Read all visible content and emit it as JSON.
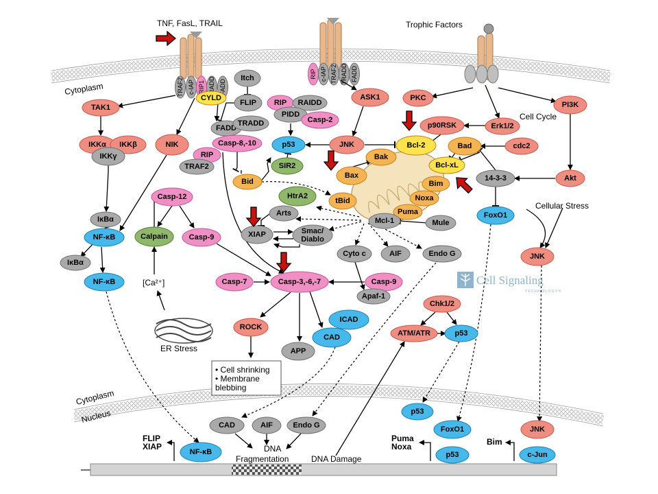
{
  "labels": {
    "ligands": "TNF, FasL, TRAIL",
    "trophic": "Trophic Factors",
    "cytoplasm_top": "Cytoplasm",
    "cytoplasm_bottom": "Cytoplasm",
    "nucleus": "Nucleus",
    "cell_cycle": "Cell Cycle",
    "cellular_stress": "Cellular Stress",
    "er_stress": "ER Stress",
    "ca": "[Ca²⁺]",
    "dna_fragmentation_1": "DNA",
    "dna_fragmentation_2": "Fragmentation",
    "dna_damage": "DNA Damage",
    "logo_main": "Cell Signaling",
    "logo_sub": "TECHNOLOGY®"
  },
  "box": {
    "line1": "• Cell shrinking",
    "line2": "• Membrane",
    "line3": "   blebbing"
  },
  "receptor1": [
    "TRAF2",
    "c-IAP",
    "RIP1",
    "TRADD",
    "FADD"
  ],
  "receptor2": [
    "RIP",
    "c-IAP",
    "TRAF2",
    "TRADD",
    "FADD"
  ],
  "nodes": {
    "tak1": "TAK1",
    "ikka": "IKKα",
    "ikkb": "IKKβ",
    "ikkg": "IKKγ",
    "nik": "NIK",
    "cyld": "CYLD",
    "itch": "Itch",
    "flip": "FLIP",
    "fadd": "FADD",
    "tradd": "TRADD",
    "casp810": "Casp-8,-10",
    "rip_a": "RIP",
    "traf2": "TRAF2",
    "rip_b": "RIP",
    "raidd": "RAIDD",
    "pidd": "PIDD",
    "casp2": "Casp-2",
    "ask1": "ASK1",
    "pkc": "PKC",
    "p53_a": "p53",
    "sir2": "SIR2",
    "jnk_a": "JNK",
    "bcl2": "Bcl-2",
    "p90rsk": "p90RSK",
    "erk12": "Erk1/2",
    "pi3k": "PI3K",
    "bad": "Bad",
    "cdc2": "cdc2",
    "bak": "Bak",
    "bclxl": "Bcl-xL",
    "bax": "Bax",
    "bim_a": "Bim",
    "noxa": "Noxa",
    "puma": "Puma",
    "mcl1": "Mcl-1",
    "mule": "Mule",
    "bid": "Bid",
    "tbid": "tBid",
    "htra2": "HtrA2",
    "arts": "Arts",
    "xiap": "XIAP",
    "smac": "Smac/ Diablo",
    "cytoc": "Cyto c",
    "aif_a": "AIF",
    "endog_a": "Endo G",
    "p1433": "14-3-3",
    "akt": "Akt",
    "foxo1_a": "FoxO1",
    "jnk_b": "JNK",
    "ikba_a": "IκBα",
    "nfkb_a": "NF-κB",
    "ikba_b": "IκBα",
    "nfkb_b": "NF-κB",
    "casp12": "Casp-12",
    "calpain": "Calpain",
    "casp9_a": "Casp-9",
    "casp7": "Casp-7",
    "casp367": "Casp-3,-6,-7",
    "casp9_b": "Casp-9",
    "apaf1": "Apaf-1",
    "rock": "ROCK",
    "icad": "ICAD",
    "cad_a": "CAD",
    "app": "APP",
    "chk12": "Chk1/2",
    "atmatr": "ATM/ATR",
    "p53_b": "p53",
    "cad_b": "CAD",
    "aif_b": "AIF",
    "endog_b": "Endo G",
    "p53_c": "p53",
    "foxo1_b": "FoxO1",
    "p53_d": "p53",
    "jnk_c": "JNK",
    "cjun": "c-Jun",
    "nfkb_c": "NF-κB"
  },
  "genes": {
    "flip_xiap_1": "FLIP",
    "flip_xiap_2": "XIAP",
    "puma_noxa_1": "Puma",
    "puma_noxa_2": "Noxa",
    "bim": "Bim"
  },
  "colors": {
    "salmon": "#ef8d80",
    "salmon_stroke": "#c9574a",
    "pink": "#ef8fc4",
    "pink_stroke": "#c4569a",
    "gray": "#a9a9a9",
    "gray_stroke": "#707070",
    "blue": "#47b8ea",
    "blue_stroke": "#1d7fb4",
    "orange": "#f5b453",
    "orange_stroke": "#c47f1a",
    "yellow": "#ffe34d",
    "green": "#8fb86a",
    "green_stroke": "#547a34",
    "red_arrow": "#c8120f",
    "receptor": "#e7b88d",
    "mito": "#f4e3bb"
  }
}
